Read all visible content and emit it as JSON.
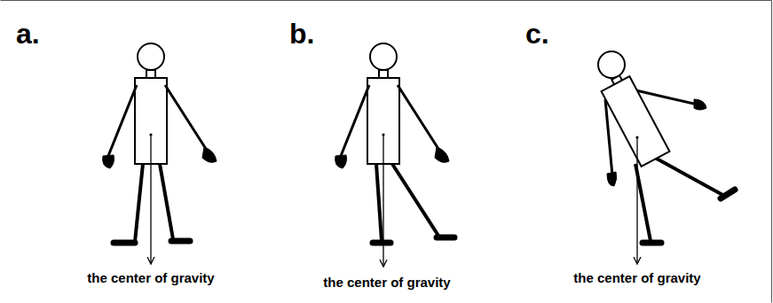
{
  "diagram": {
    "labels": [
      "a.",
      "the center of gravity",
      "b.",
      "the center of gravity",
      "c.",
      "the center of gravity"
    ]
  }
}
